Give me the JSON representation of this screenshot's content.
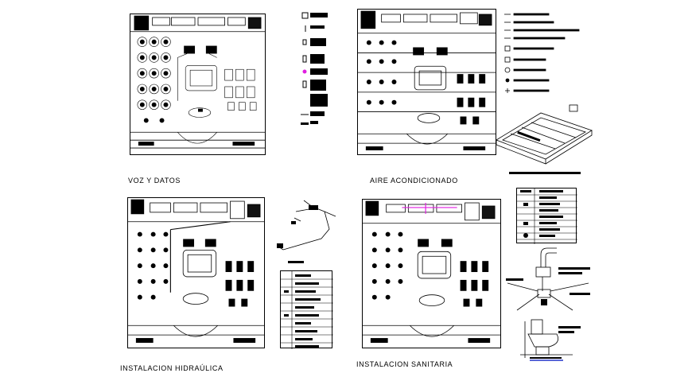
{
  "captions": {
    "voz_datos": "VOZ Y DATOS",
    "aire": "AIRE ACONDICIONADO",
    "hidraulica": "INSTALACION HIDRAÚLICA",
    "sanitaria": "INSTALACION SANITARIA"
  },
  "colors": {
    "line": "#000000",
    "accent_magenta": "#e01ee0",
    "accent_blue": "#2233cc",
    "background": "#ffffff"
  }
}
